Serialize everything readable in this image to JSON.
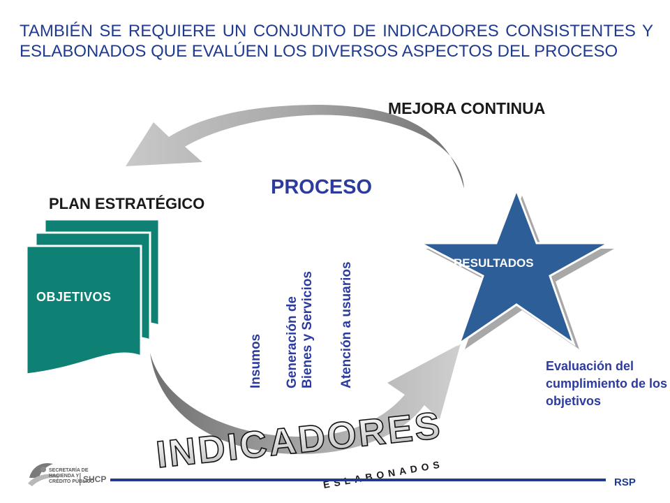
{
  "intro": "TAMBIÉN SE REQUIERE UN CONJUNTO DE INDICADORES CONSISTENTES Y ESLABONADOS QUE EVALÚEN LOS DIVERSOS ASPECTOS DEL PROCESO",
  "mejora": "MEJORA CONTINUA",
  "proceso": "PROCESO",
  "plan": "PLAN ESTRATÉGICO",
  "objetivos": "OBJETIVOS",
  "resultados": "RESULTADOS",
  "stages": {
    "insumos": "Insumos",
    "generacion": "Generación de Bienes y Servicios",
    "atencion": "Atención a usuarios"
  },
  "evaluacion": "Evaluación del cumplimiento de los objetivos",
  "indicadores": "INDICADORES",
  "eslabonados": "ESLABONADOS",
  "rsp": "RSP",
  "logo": {
    "line1": "SECRETARÍA DE",
    "line2": "HACIENDA Y",
    "line3": "CRÉDITO PÚBLICO",
    "mark": "SHCP"
  },
  "colors": {
    "title_blue": "#1f3b8f",
    "label_blue": "#2c3c9e",
    "teal": "#0e8074",
    "star": "#2e5e97",
    "arrow_gray": "#9a9a9a",
    "footer_line": "#1f3b8f"
  }
}
